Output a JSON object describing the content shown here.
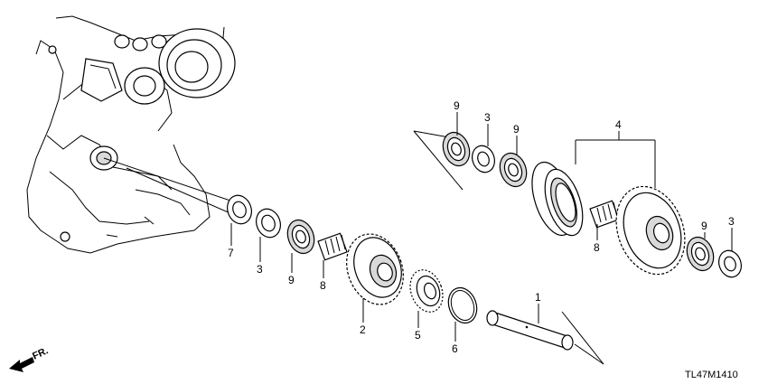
{
  "callouts": {
    "c1": "1",
    "c2": "2",
    "c3a": "3",
    "c3b": "3",
    "c3c": "3",
    "c4": "4",
    "c5": "5",
    "c6": "6",
    "c7": "7",
    "c8a": "8",
    "c8b": "8",
    "c9a": "9",
    "c9b": "9",
    "c9c": "9",
    "c9d": "9"
  },
  "diagram_code": "TL47M1410",
  "front_label": "FR."
}
